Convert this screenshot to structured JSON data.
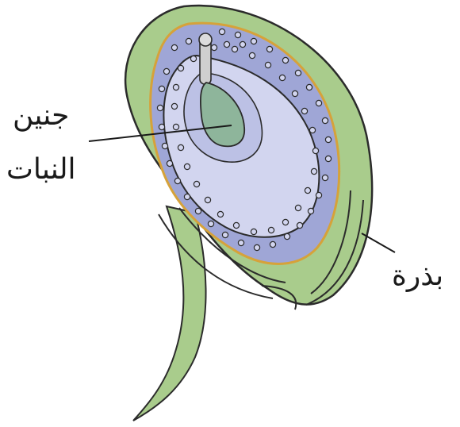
{
  "labels": {
    "embryo_line1": "جنين",
    "embryo_line2": "النبات",
    "seed": "بذرة"
  },
  "colors": {
    "integument_fill": "#a9cc8c",
    "outline": "#2b2b2b",
    "inner_border": "#d6a23a",
    "nucellus_fill": "#9fa6d6",
    "embryo_sac_fill": "#d2d5ef",
    "embryo_fill": "#8eb59b",
    "leader_line": "#1a1a1a"
  }
}
